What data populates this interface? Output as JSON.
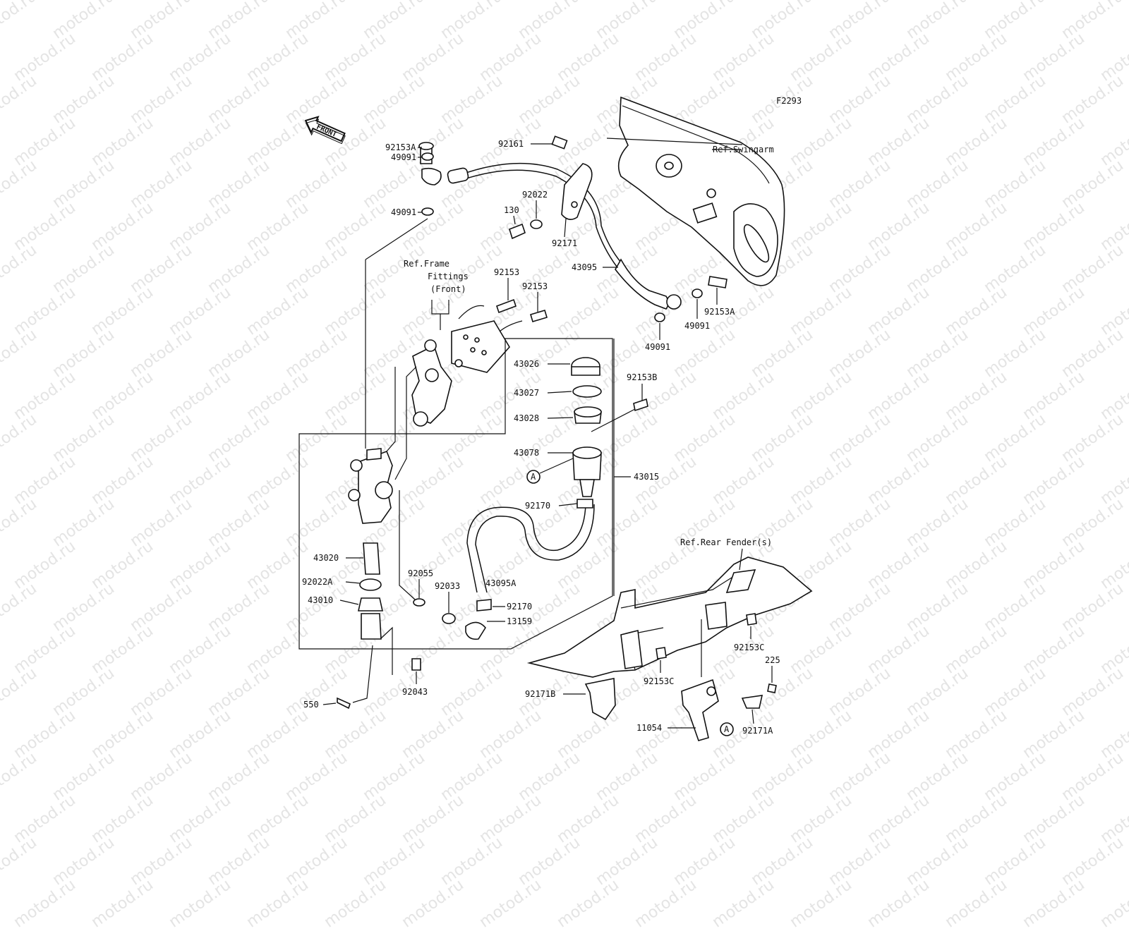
{
  "figure_code": "F2293",
  "watermark": "motod.ru",
  "front_arrow_label": "FRONT",
  "references": {
    "swingarm": "Ref.Swingarm",
    "frame_fittings_1": "Ref.Frame",
    "frame_fittings_2": "Fittings",
    "frame_fittings_3": "(Front)",
    "rear_fender": "Ref.Rear Fender(s)"
  },
  "markers": {
    "a1": "A",
    "a2": "A"
  },
  "parts": {
    "p92153A_top": "92153A",
    "p49091_top": "49091",
    "p49091_mid": "49091",
    "p92161": "92161",
    "p92022": "92022",
    "p130": "130",
    "p92171": "92171",
    "p43095": "43095",
    "p92153A_right": "92153A",
    "p49091_right": "49091",
    "p49091_bot": "49091",
    "p92153_a": "92153",
    "p92153_b": "92153",
    "p43026": "43026",
    "p43027": "43027",
    "p43028": "43028",
    "p92153B": "92153B",
    "p43078": "43078",
    "p43015": "43015",
    "p92170_top": "92170",
    "p43020": "43020",
    "p92022A": "92022A",
    "p43010": "43010",
    "p92055": "92055",
    "p92033": "92033",
    "p43095A": "43095A",
    "p92170_bot": "92170",
    "p13159": "13159",
    "p92043": "92043",
    "p550": "550",
    "p92171B": "92171B",
    "p92153C_a": "92153C",
    "p92153C_b": "92153C",
    "p225": "225",
    "p11054": "11054",
    "p92171A": "92171A"
  }
}
